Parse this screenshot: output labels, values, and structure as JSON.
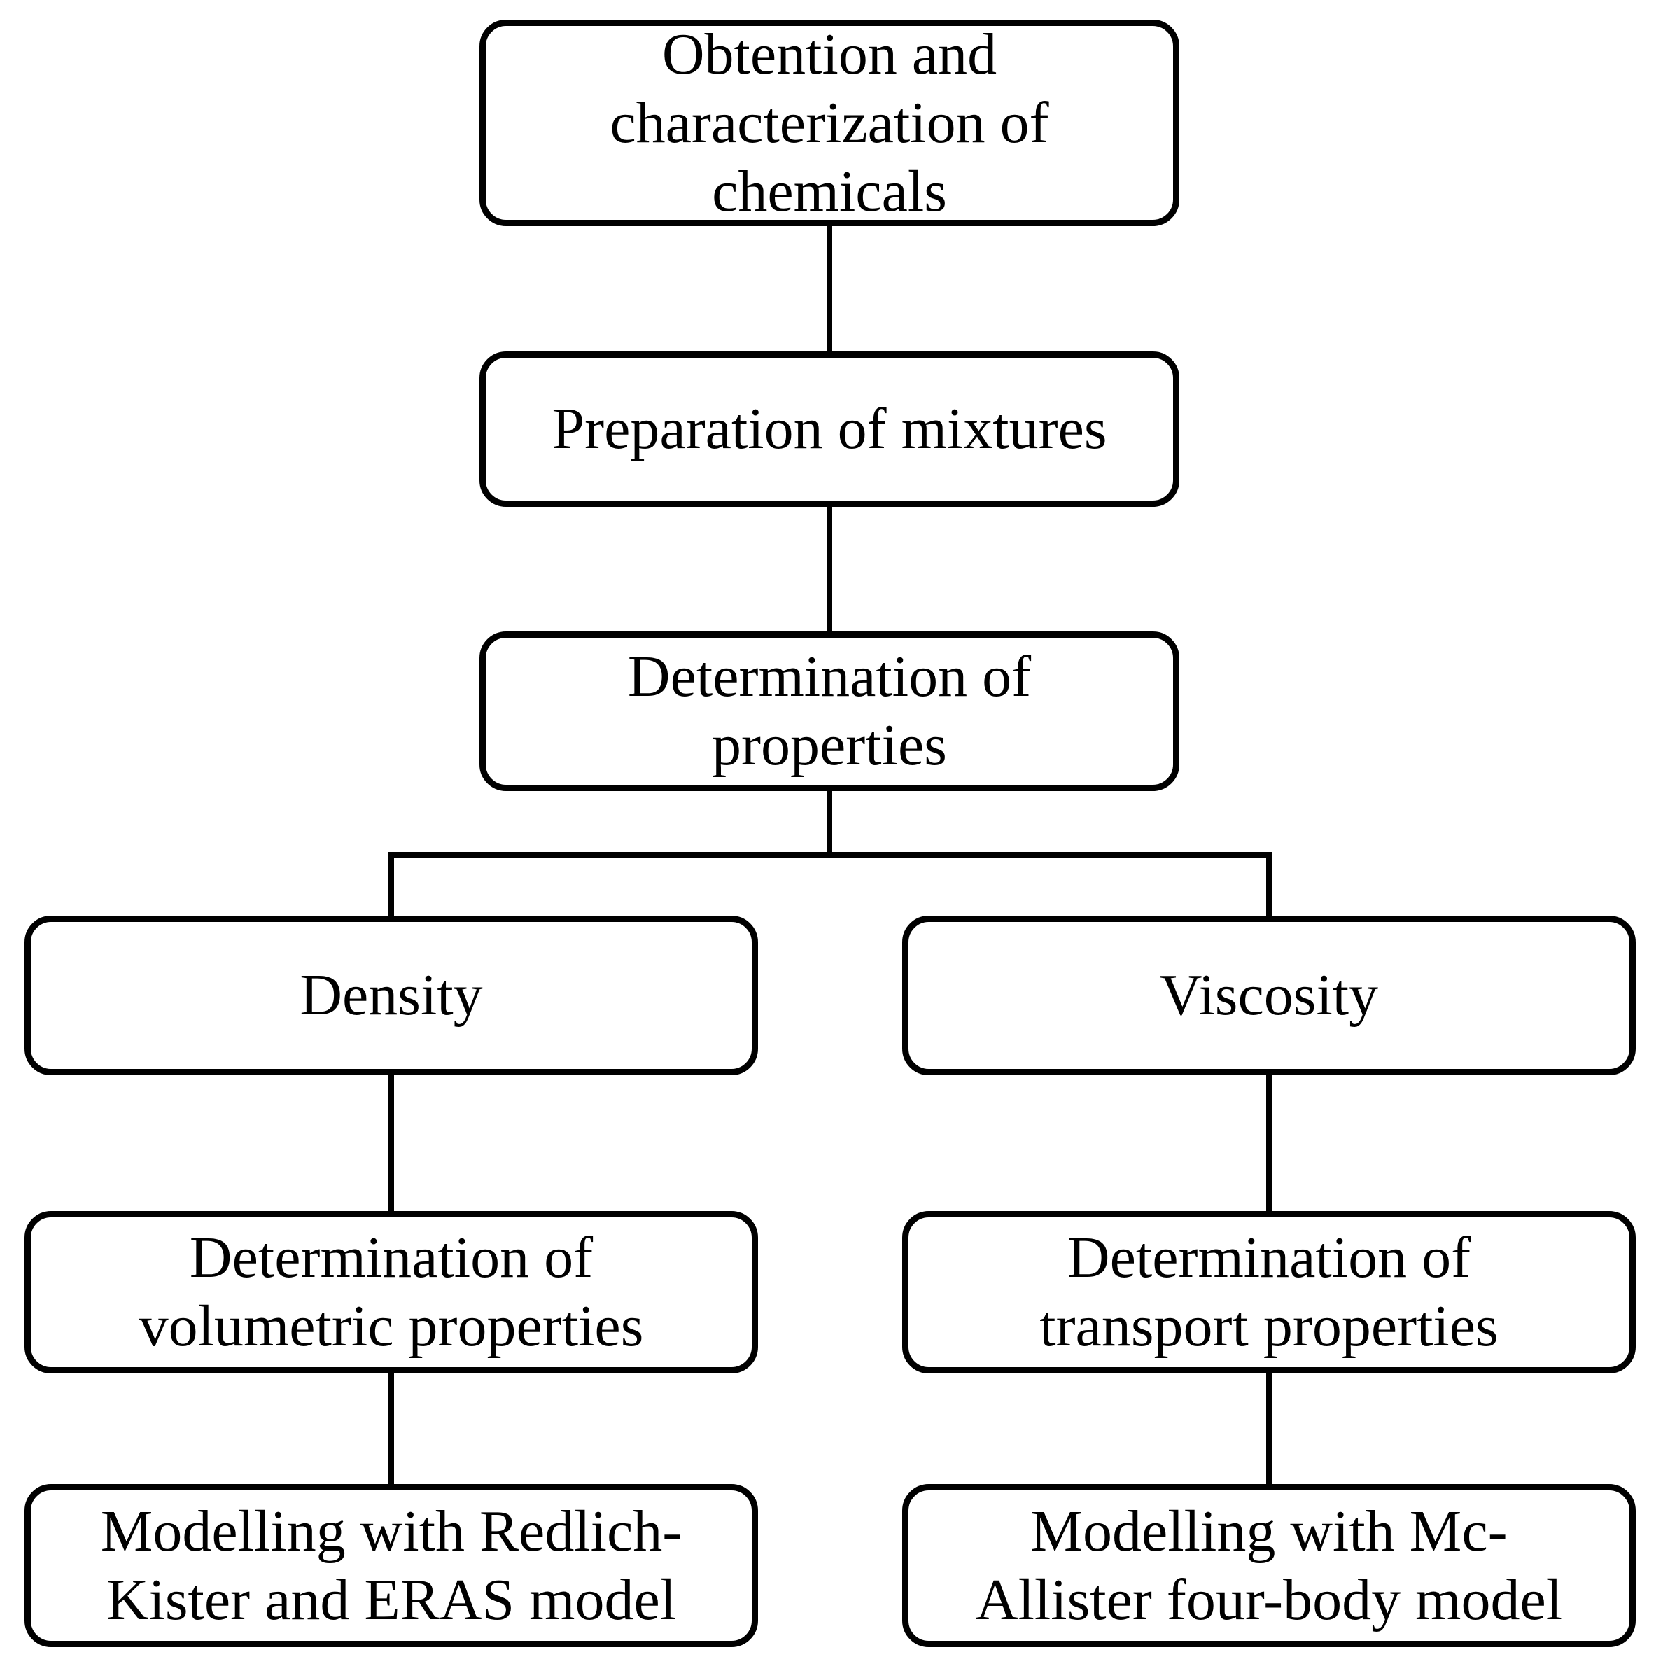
{
  "diagram": {
    "title": "Experimental workflow flowchart",
    "colors": {
      "background": "#ffffff",
      "stroke": "#000000",
      "text": "#000000"
    },
    "nodes": {
      "obtention": {
        "text": "Obtention and\ncharacterization of\nchemicals"
      },
      "preparation": {
        "text": "Preparation of mixtures"
      },
      "determination": {
        "text": "Determination of\nproperties"
      },
      "density": {
        "text": "Density"
      },
      "viscosity": {
        "text": "Viscosity"
      },
      "volumetric": {
        "text": "Determination of\nvolumetric properties"
      },
      "transport": {
        "text": "Determination of\ntransport properties"
      },
      "modelling_rk": {
        "text": "Modelling with Redlich-\nKister and ERAS model"
      },
      "modelling_mc": {
        "text": "Modelling with Mc-\nAllister four-body model"
      }
    },
    "edges": [
      {
        "from": "obtention",
        "to": "preparation"
      },
      {
        "from": "preparation",
        "to": "determination"
      },
      {
        "from": "determination",
        "to": "density"
      },
      {
        "from": "determination",
        "to": "viscosity"
      },
      {
        "from": "density",
        "to": "volumetric"
      },
      {
        "from": "viscosity",
        "to": "transport"
      },
      {
        "from": "volumetric",
        "to": "modelling_rk"
      },
      {
        "from": "transport",
        "to": "modelling_mc"
      }
    ]
  }
}
